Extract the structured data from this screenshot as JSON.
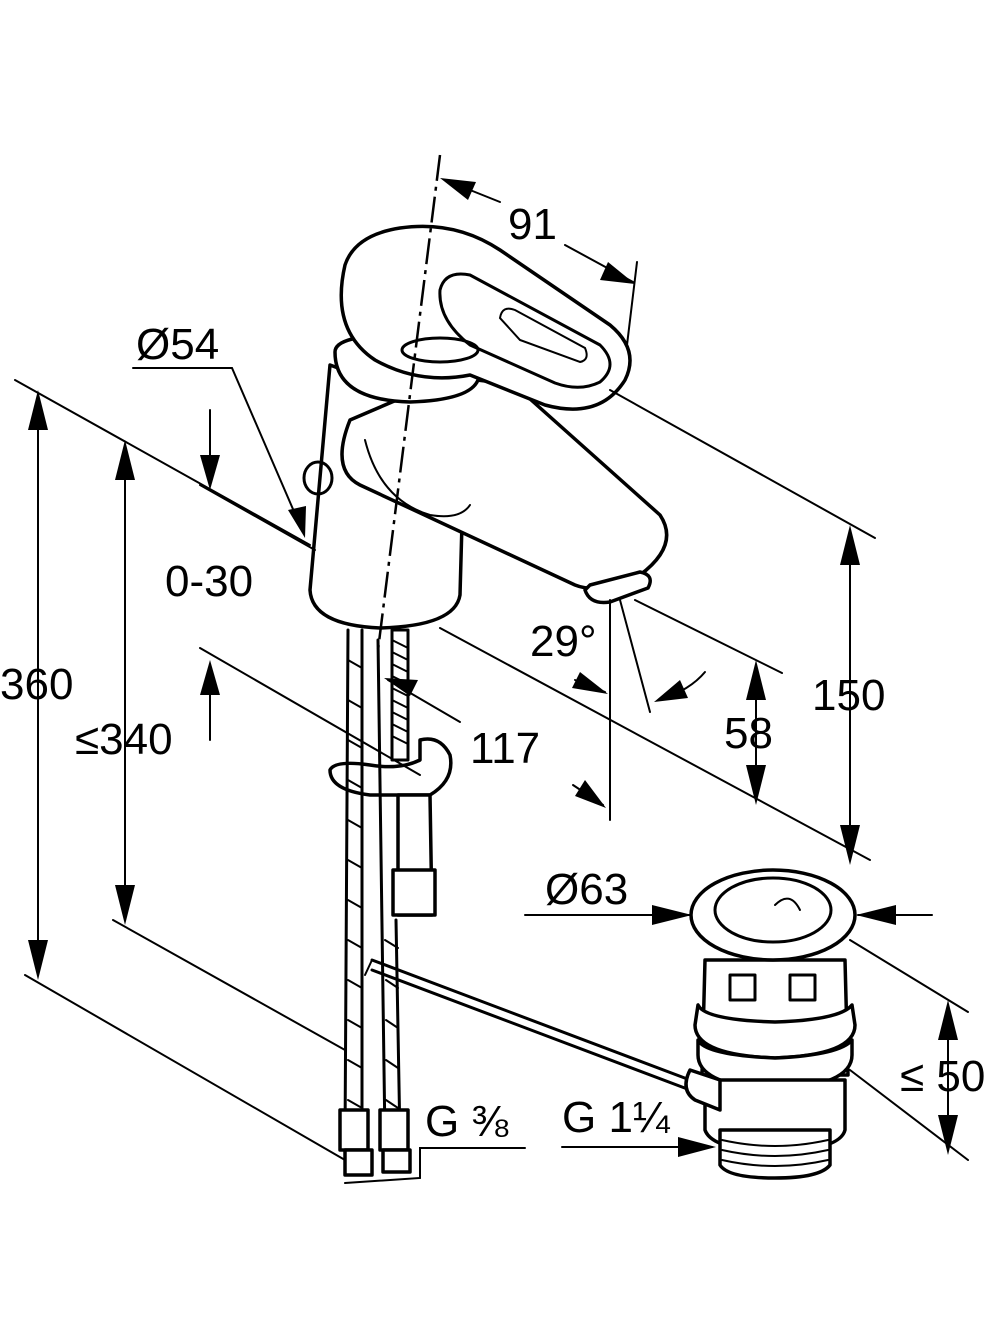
{
  "dimensions": {
    "spout_reach": "91",
    "body_diameter": "Ø54",
    "clamping_range": "0-30",
    "total_height": "360",
    "max_height": "≤340",
    "hole_depth": "117",
    "spout_angle": "29°",
    "outlet_height": "58",
    "spout_height": "150",
    "waste_diameter": "Ø63",
    "waste_height": "≤ 50",
    "connection_thread": "G ⅜",
    "waste_thread": "G 1¼"
  },
  "colors": {
    "line": "#000000",
    "background": "#ffffff"
  }
}
